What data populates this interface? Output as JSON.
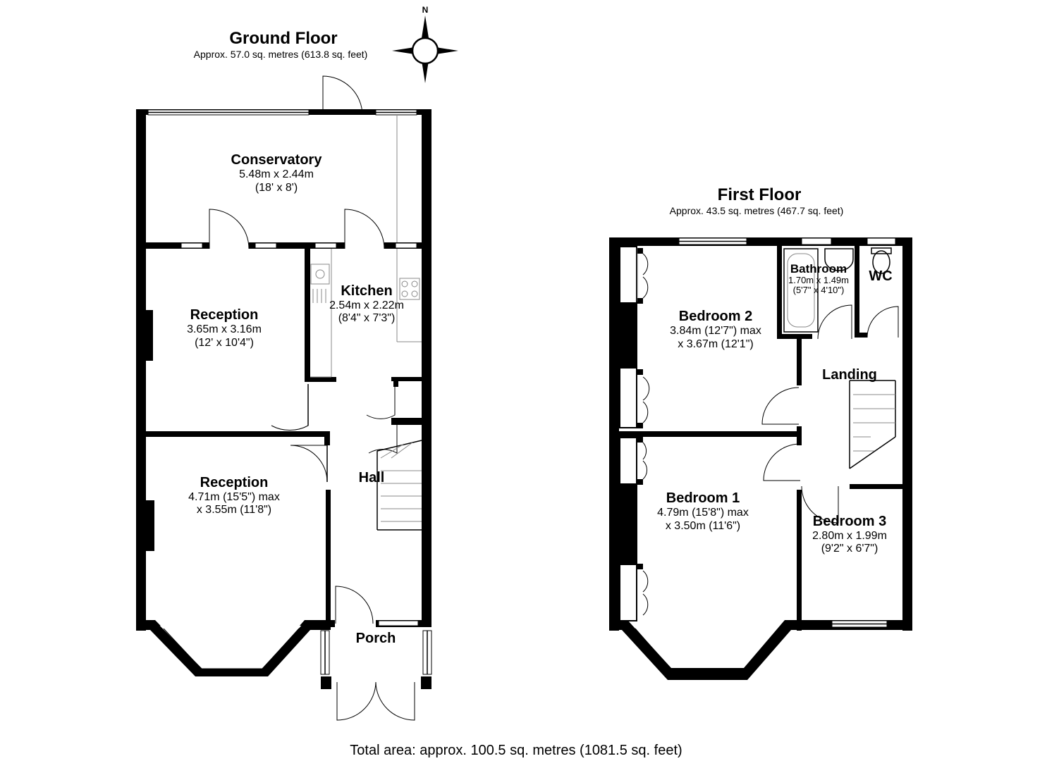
{
  "ground_floor": {
    "title": "Ground Floor",
    "area": "Approx. 57.0 sq. metres (613.8 sq. feet)",
    "rooms": {
      "conservatory": {
        "name": "Conservatory",
        "dim1": "5.48m x 2.44m",
        "dim2": "(18' x 8')"
      },
      "kitchen": {
        "name": "Kitchen",
        "dim1": "2.54m x 2.22m",
        "dim2": "(8'4\" x 7'3\")"
      },
      "reception_rear": {
        "name": "Reception",
        "dim1": "3.65m x 3.16m",
        "dim2": "(12' x 10'4\")"
      },
      "reception_front": {
        "name": "Reception",
        "dim1": "4.71m (15'5\") max",
        "dim2": "x 3.55m (11'8\")"
      },
      "hall": {
        "name": "Hall"
      },
      "porch": {
        "name": "Porch"
      }
    }
  },
  "first_floor": {
    "title": "First Floor",
    "area": "Approx. 43.5 sq. metres (467.7 sq. feet)",
    "rooms": {
      "bedroom2": {
        "name": "Bedroom 2",
        "dim1": "3.84m (12'7\") max",
        "dim2": "x 3.67m (12'1\")"
      },
      "bathroom": {
        "name": "Bathroom",
        "dim1": "1.70m x 1.49m",
        "dim2": "(5'7\" x 4'10\")"
      },
      "wc": {
        "name": "WC"
      },
      "landing": {
        "name": "Landing"
      },
      "bedroom1": {
        "name": "Bedroom 1",
        "dim1": "4.79m (15'8\") max",
        "dim2": "x 3.50m (11'6\")"
      },
      "bedroom3": {
        "name": "Bedroom 3",
        "dim1": "2.80m x 1.99m",
        "dim2": "(9'2\" x 6'7\")"
      }
    }
  },
  "compass": {
    "label": "N"
  },
  "total_area": "Total area: approx. 100.5 sq. metres (1081.5 sq. feet)"
}
